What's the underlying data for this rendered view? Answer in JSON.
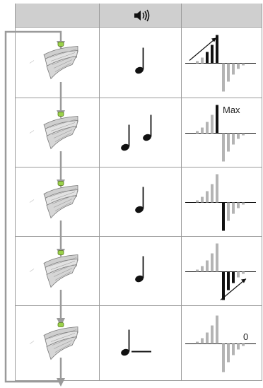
{
  "header": {
    "col1_label": "",
    "col2_icon": "speaker-icon",
    "col3_label": ""
  },
  "rows": [
    {
      "sound": "single-note",
      "graph_state": "rising"
    },
    {
      "sound": "two-notes",
      "graph_state": "max"
    },
    {
      "sound": "single-note",
      "graph_state": "falling"
    },
    {
      "sound": "single-note",
      "graph_state": "negative-rising"
    },
    {
      "sound": "note-hold",
      "graph_state": "zero"
    }
  ],
  "labels": {
    "max": "Max",
    "zero": "0"
  },
  "colors": {
    "active_bar": "#111111",
    "inactive_bar": "#b4b4b4",
    "arrow": "#9a9a9a",
    "header_bg": "#cfcfcf"
  }
}
